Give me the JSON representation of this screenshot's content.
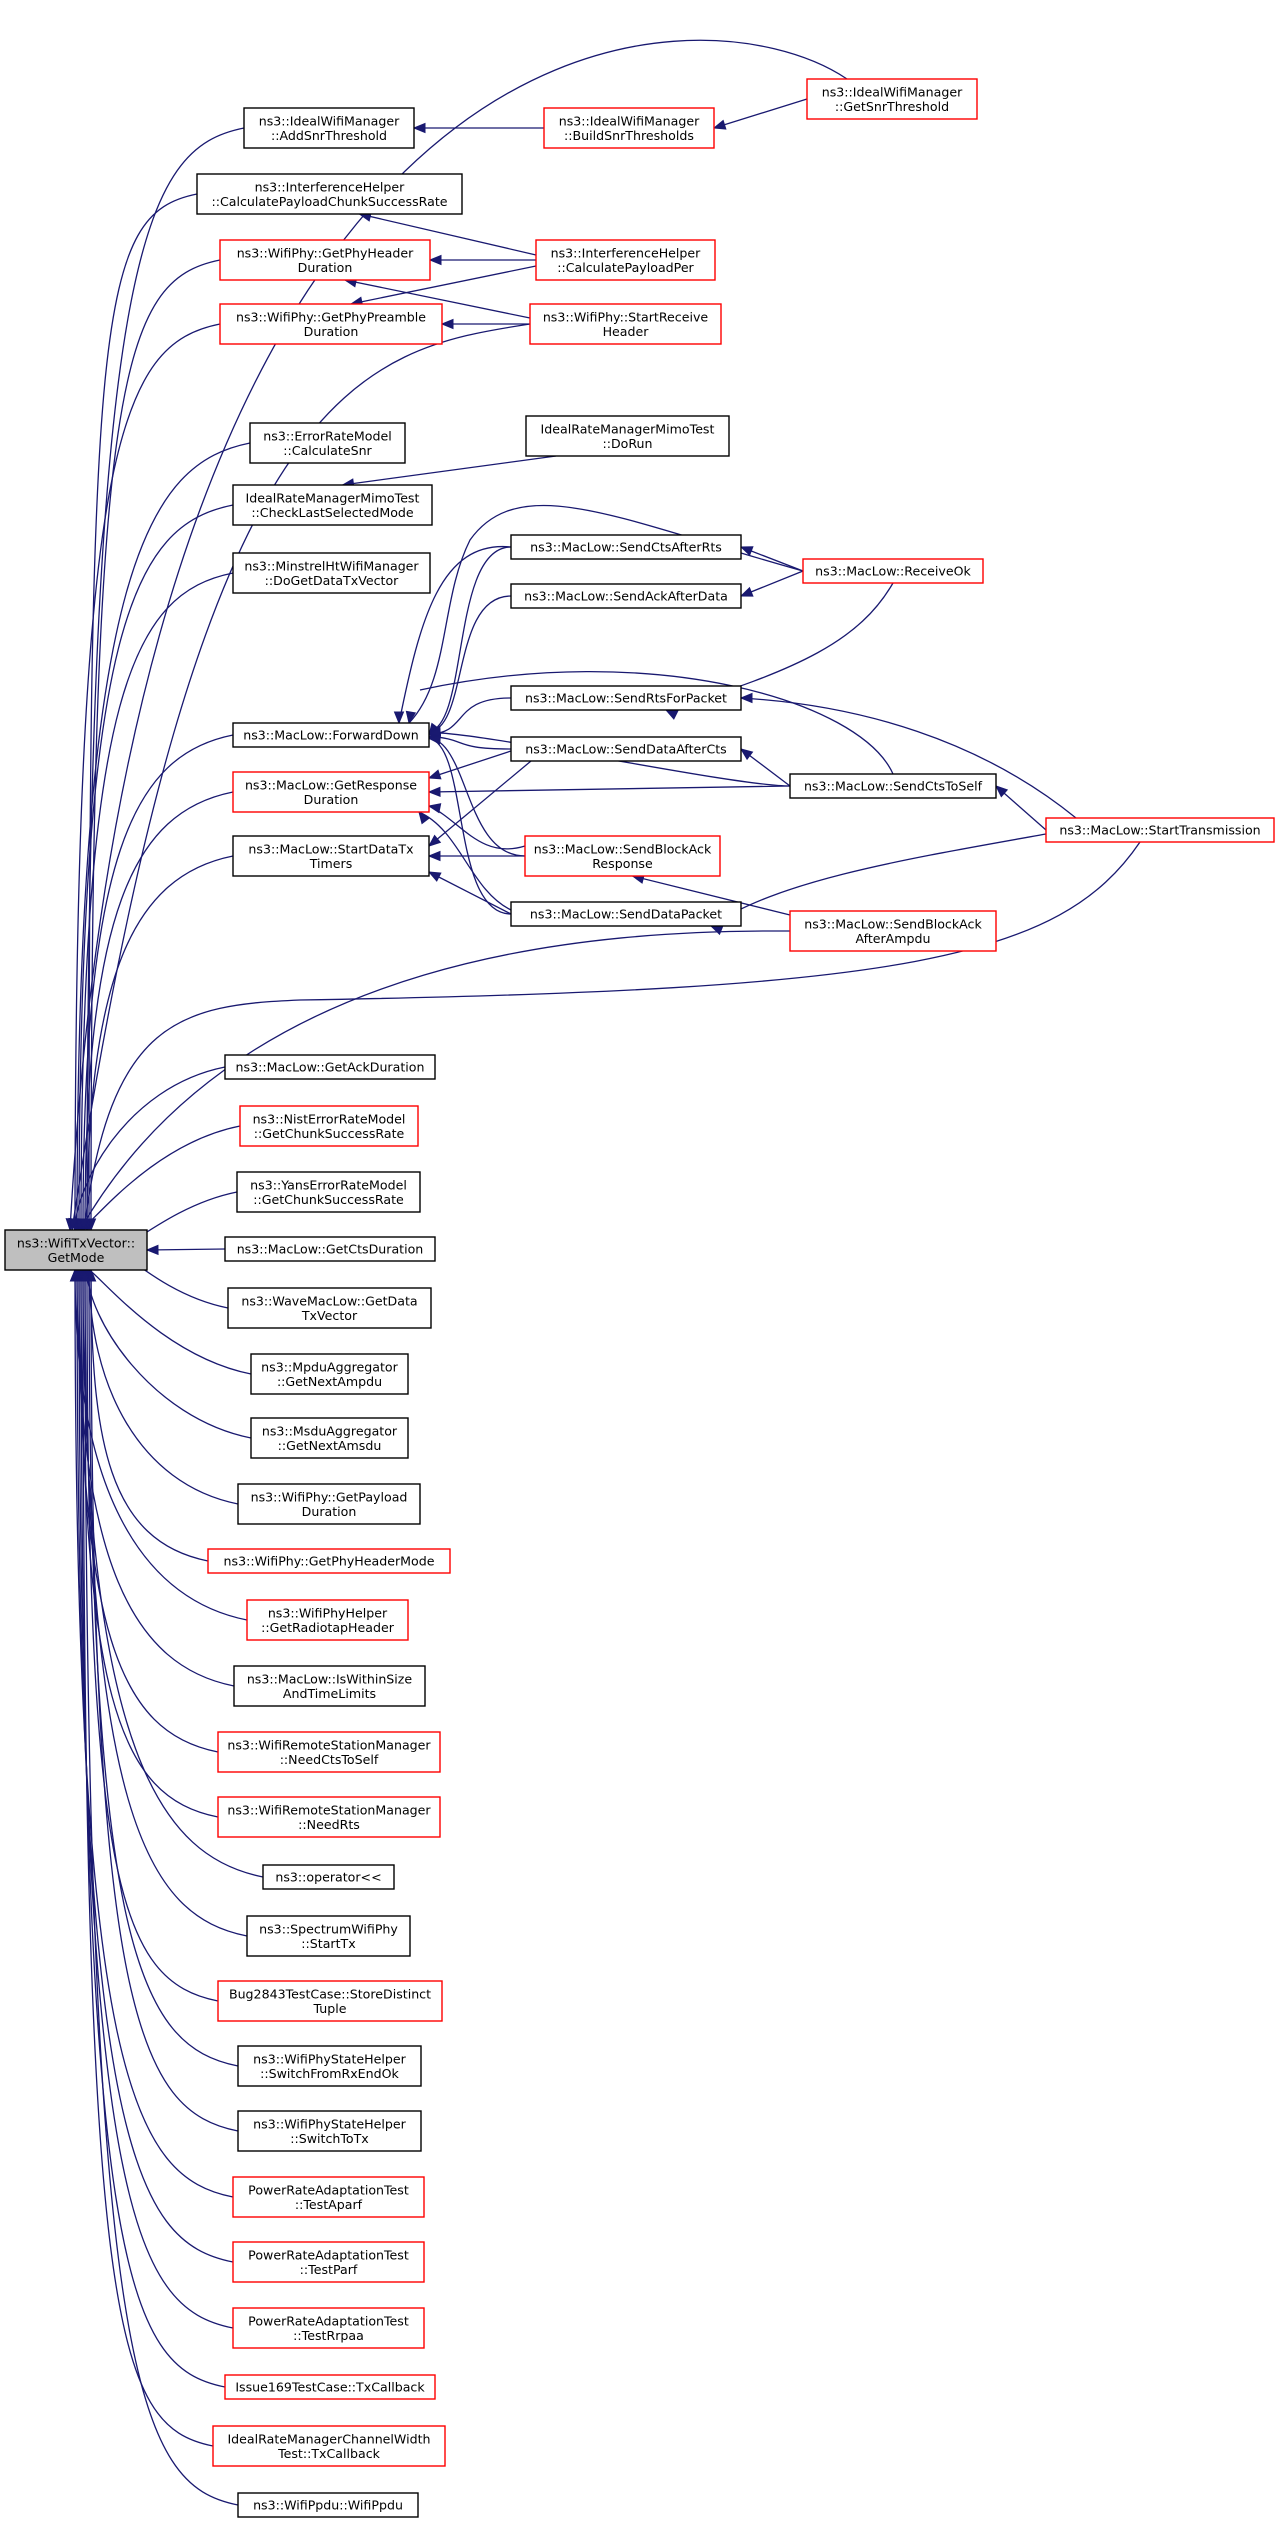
{
  "colors": {
    "edge": "#191970",
    "root_fill": "#bfbfbf",
    "black_border": "#000000",
    "red_border": "#ff0000",
    "node_fill": "#ffffff"
  },
  "nodes": {
    "getmode": {
      "lines": [
        "ns3::WifiTxVector::",
        "GetMode"
      ],
      "style": "root"
    },
    "getsnrthreshold": {
      "lines": [
        "ns3::IdealWifiManager",
        "::GetSnrThreshold"
      ],
      "style": "red"
    },
    "addsnrthreshold": {
      "lines": [
        "ns3::IdealWifiManager",
        "::AddSnrThreshold"
      ],
      "style": "black"
    },
    "buildsnrthresholds": {
      "lines": [
        "ns3::IdealWifiManager",
        "::BuildSnrThresholds"
      ],
      "style": "red"
    },
    "calcpayloadchunk": {
      "lines": [
        "ns3::InterferenceHelper",
        "::CalculatePayloadChunkSuccessRate"
      ],
      "style": "black"
    },
    "getphyheaderduration": {
      "lines": [
        "ns3::WifiPhy::GetPhyHeader",
        "Duration"
      ],
      "style": "red"
    },
    "calcpayloadper": {
      "lines": [
        "ns3::InterferenceHelper",
        "::CalculatePayloadPer"
      ],
      "style": "red"
    },
    "getphypreambleduration": {
      "lines": [
        "ns3::WifiPhy::GetPhyPreamble",
        "Duration"
      ],
      "style": "red"
    },
    "startreceiveheader": {
      "lines": [
        "ns3::WifiPhy::StartReceive",
        "Header"
      ],
      "style": "red"
    },
    "errorratecalcsnr": {
      "lines": [
        "ns3::ErrorRateModel",
        "::CalculateSnr"
      ],
      "style": "black"
    },
    "mimodorun": {
      "lines": [
        "IdealRateManagerMimoTest",
        "::DoRun"
      ],
      "style": "black"
    },
    "mimocheck": {
      "lines": [
        "IdealRateManagerMimoTest",
        "::CheckLastSelectedMode"
      ],
      "style": "black"
    },
    "minstreldoget": {
      "lines": [
        "ns3::MinstrelHtWifiManager",
        "::DoGetDataTxVector"
      ],
      "style": "black"
    },
    "sendctsafterrts": {
      "lines": [
        "ns3::MacLow::SendCtsAfterRts"
      ],
      "style": "black"
    },
    "receiveok": {
      "lines": [
        "ns3::MacLow::ReceiveOk"
      ],
      "style": "red"
    },
    "sendackafterdata": {
      "lines": [
        "ns3::MacLow::SendAckAfterData"
      ],
      "style": "black"
    },
    "forwarddown": {
      "lines": [
        "ns3::MacLow::ForwardDown"
      ],
      "style": "black"
    },
    "sendrtsforpacket": {
      "lines": [
        "ns3::MacLow::SendRtsForPacket"
      ],
      "style": "black"
    },
    "senddataafterccts": {
      "lines": [
        "ns3::MacLow::SendDataAfterCts"
      ],
      "style": "black"
    },
    "getresponseduration": {
      "lines": [
        "ns3::MacLow::GetResponse",
        "Duration"
      ],
      "style": "red"
    },
    "sendctstoself": {
      "lines": [
        "ns3::MacLow::SendCtsToSelf"
      ],
      "style": "black"
    },
    "starttransmission": {
      "lines": [
        "ns3::MacLow::StartTransmission"
      ],
      "style": "red"
    },
    "startdatatxtimers": {
      "lines": [
        "ns3::MacLow::StartDataTx",
        "Timers"
      ],
      "style": "black"
    },
    "sendblockackresponse": {
      "lines": [
        "ns3::MacLow::SendBlockAck",
        "Response"
      ],
      "style": "red"
    },
    "senddatapacket": {
      "lines": [
        "ns3::MacLow::SendDataPacket"
      ],
      "style": "black"
    },
    "sendblockackafterampdu": {
      "lines": [
        "ns3::MacLow::SendBlockAck",
        "AfterAmpdu"
      ],
      "style": "red"
    },
    "getackduration": {
      "lines": [
        "ns3::MacLow::GetAckDuration"
      ],
      "style": "black"
    },
    "nistchunk": {
      "lines": [
        "ns3::NistErrorRateModel",
        "::GetChunkSuccessRate"
      ],
      "style": "red"
    },
    "yanschunk": {
      "lines": [
        "ns3::YansErrorRateModel",
        "::GetChunkSuccessRate"
      ],
      "style": "black"
    },
    "getctsduration": {
      "lines": [
        "ns3::MacLow::GetCtsDuration"
      ],
      "style": "black"
    },
    "wavemaclow": {
      "lines": [
        "ns3::WaveMacLow::GetData",
        "TxVector"
      ],
      "style": "black"
    },
    "mpdunext": {
      "lines": [
        "ns3::MpduAggregator",
        "::GetNextAmpdu"
      ],
      "style": "black"
    },
    "msdunext": {
      "lines": [
        "ns3::MsduAggregator",
        "::GetNextAmsdu"
      ],
      "style": "black"
    },
    "getpayloadduration": {
      "lines": [
        "ns3::WifiPhy::GetPayload",
        "Duration"
      ],
      "style": "black"
    },
    "getphyheadermode": {
      "lines": [
        "ns3::WifiPhy::GetPhyHeaderMode"
      ],
      "style": "red"
    },
    "radiotapheader": {
      "lines": [
        "ns3::WifiPhyHelper",
        "::GetRadiotapHeader"
      ],
      "style": "red"
    },
    "iswithinsize": {
      "lines": [
        "ns3::MacLow::IsWithinSize",
        "AndTimeLimits"
      ],
      "style": "black"
    },
    "needctstoself": {
      "lines": [
        "ns3::WifiRemoteStationManager",
        "::NeedCtsToSelf"
      ],
      "style": "red"
    },
    "needrts": {
      "lines": [
        "ns3::WifiRemoteStationManager",
        "::NeedRts"
      ],
      "style": "red"
    },
    "operatorlshift": {
      "lines": [
        "ns3::operator<<"
      ],
      "style": "black"
    },
    "spectrumstarttx": {
      "lines": [
        "ns3::SpectrumWifiPhy",
        "::StartTx"
      ],
      "style": "black"
    },
    "bug2843": {
      "lines": [
        "Bug2843TestCase::StoreDistinct",
        "Tuple"
      ],
      "style": "red"
    },
    "switchfromrxendok": {
      "lines": [
        "ns3::WifiPhyStateHelper",
        "::SwitchFromRxEndOk"
      ],
      "style": "black"
    },
    "switchtotx": {
      "lines": [
        "ns3::WifiPhyStateHelper",
        "::SwitchToTx"
      ],
      "style": "black"
    },
    "testaparf": {
      "lines": [
        "PowerRateAdaptationTest",
        "::TestAparf"
      ],
      "style": "red"
    },
    "testparf": {
      "lines": [
        "PowerRateAdaptationTest",
        "::TestParf"
      ],
      "style": "red"
    },
    "testrrpaa": {
      "lines": [
        "PowerRateAdaptationTest",
        "::TestRrpaa"
      ],
      "style": "red"
    },
    "issue169": {
      "lines": [
        "Issue169TestCase::TxCallback"
      ],
      "style": "red"
    },
    "channelwidth": {
      "lines": [
        "IdealRateManagerChannelWidth",
        "Test::TxCallback"
      ],
      "style": "red"
    },
    "wifippdu": {
      "lines": [
        "ns3::WifiPpdu::WifiPpdu"
      ],
      "style": "black"
    }
  }
}
